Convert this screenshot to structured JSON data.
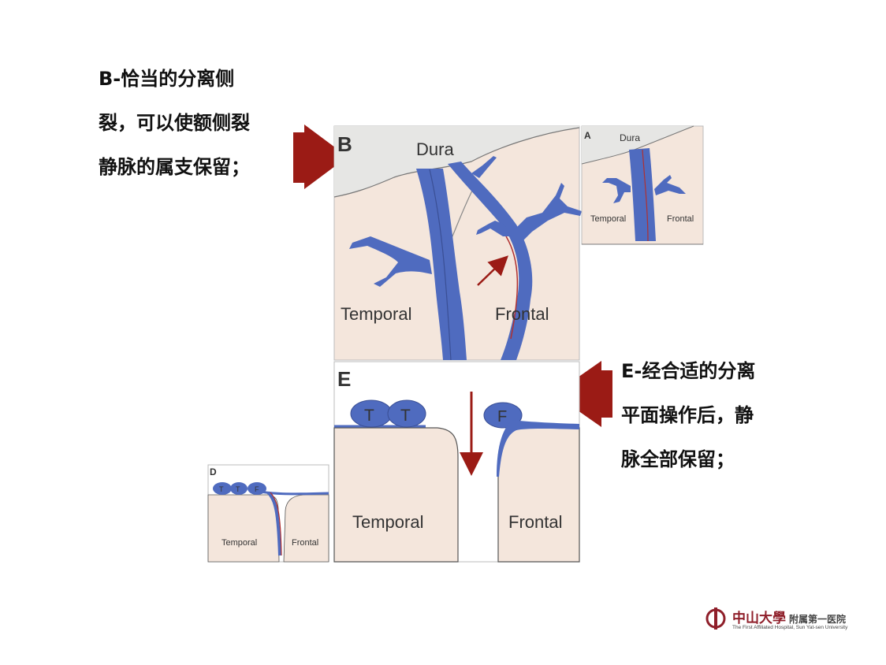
{
  "caption_b": {
    "lines": [
      "B-恰当的分离侧",
      "裂，可以使额侧裂",
      "静脉的属支保留；"
    ]
  },
  "caption_e": {
    "lines": [
      "E-经合适的分离",
      "平面操作后，静",
      "脉全部保留；"
    ]
  },
  "panel_b": {
    "letter": "B",
    "dura_label": "Dura",
    "left_label": "Temporal",
    "right_label": "Frontal"
  },
  "panel_a": {
    "letter": "A",
    "dura_label": "Dura",
    "left_label": "Temporal",
    "right_label": "Frontal"
  },
  "panel_e": {
    "letter": "E",
    "left_label": "Temporal",
    "right_label": "Frontal",
    "marker_t1": "T",
    "marker_t2": "T",
    "marker_f": "F"
  },
  "panel_d": {
    "letter": "D",
    "left_label": "Temporal",
    "right_label": "Frontal",
    "marker_t1": "T",
    "marker_t2": "T",
    "marker_f": "F"
  },
  "logo": {
    "name_cn": "中山大學",
    "dept_cn": "附属第一医院",
    "name_en": "The First Affiliated Hospital, Sun Yat-sen University"
  },
  "colors": {
    "pointer_red": "#9b1b15",
    "vein_blue": "#4f6bbf",
    "tissue": "#f4e6dc",
    "dura": "#e6e6e4"
  }
}
